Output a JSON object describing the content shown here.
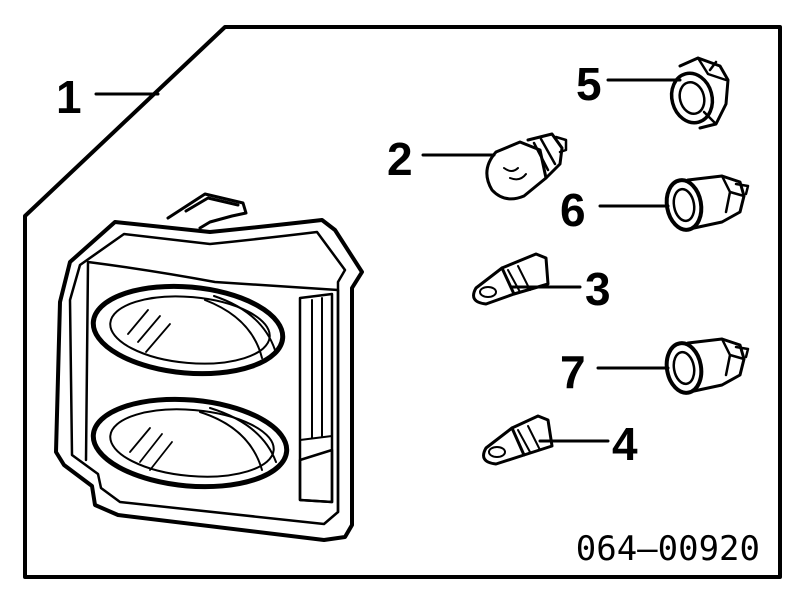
{
  "diagram": {
    "callouts": [
      "1",
      "2",
      "3",
      "4",
      "5",
      "6",
      "7"
    ],
    "part_number": "064–00920",
    "colors": {
      "ink": "#000000",
      "paper": "#ffffff"
    }
  }
}
